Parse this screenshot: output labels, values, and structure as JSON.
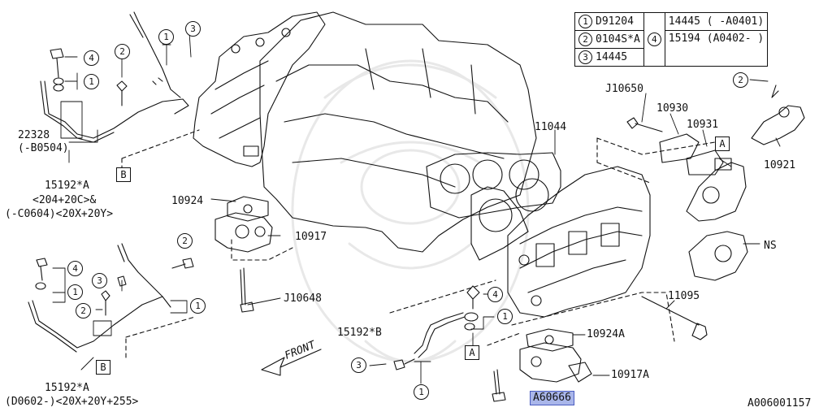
{
  "legend": [
    {
      "num": "1",
      "code": "D91204"
    },
    {
      "num": "2",
      "code": "0104S*A"
    },
    {
      "num": "3",
      "code": "14445"
    }
  ],
  "legend_group": {
    "num": "4",
    "codes": [
      "14445 ( -A0401)",
      "15194 (A0402- )"
    ]
  },
  "labels": {
    "p22328": "22328",
    "p22328_note": "(-B0504)",
    "p15192a_top": "15192*A",
    "p15192a_top_note1": "<204+20C>&",
    "p15192a_top_note2": "(-C0604)<20X+20Y>",
    "p10924": "10924",
    "p10917": "10917",
    "pJ10648": "J10648",
    "p15192a_bot": "15192*A",
    "p15192a_bot_note": "(D0602-)<20X+20Y+255>",
    "p15192b": "15192*B",
    "front": "FRONT",
    "p11044": "11044",
    "pJ10650": "J10650",
    "p10930": "10930",
    "p10931": "10931",
    "p10921": "10921",
    "pNS": "NS",
    "p11095": "11095",
    "p10924a": "10924A",
    "p10917a": "10917A",
    "pA60666": "A60666",
    "diagram_id": "A006001157"
  },
  "callouts": {
    "c1": "1",
    "c2": "2",
    "c3": "3",
    "c4": "4",
    "ref_a": "A",
    "ref_b": "B"
  }
}
